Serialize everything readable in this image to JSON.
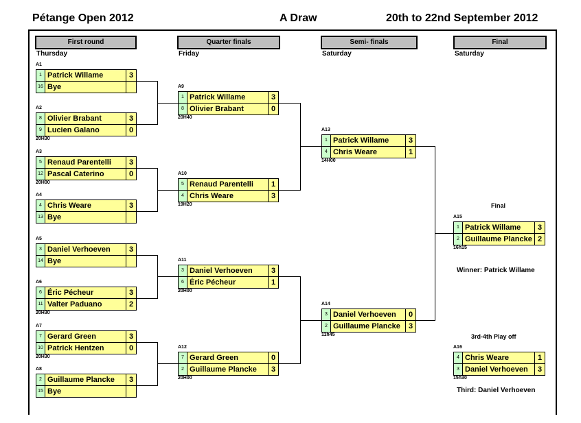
{
  "header": {
    "title": "Pétange Open 2012",
    "draw": "A Draw",
    "dates": "20th to 22nd September 2012"
  },
  "rounds": [
    {
      "label": "First round",
      "day": "Thursday"
    },
    {
      "label": "Quarter finals",
      "day": "Friday"
    },
    {
      "label": "Semi- finals",
      "day": "Saturday"
    },
    {
      "label": "Final",
      "day": "Saturday"
    }
  ],
  "matches": [
    {
      "code": "A1",
      "time": "",
      "players": [
        {
          "seed": "1",
          "name": "Patrick Willame",
          "score": "3"
        },
        {
          "seed": "16",
          "name": "Bye",
          "score": ""
        }
      ]
    },
    {
      "code": "A2",
      "time": "20H30",
      "players": [
        {
          "seed": "8",
          "name": "Olivier Brabant",
          "score": "3"
        },
        {
          "seed": "9",
          "name": "Lucien Galano",
          "score": "0"
        }
      ]
    },
    {
      "code": "A3",
      "time": "20H00",
      "players": [
        {
          "seed": "5",
          "name": "Renaud Parentelli",
          "score": "3"
        },
        {
          "seed": "12",
          "name": "Pascal Caterino",
          "score": "0"
        }
      ]
    },
    {
      "code": "A4",
      "time": "",
      "players": [
        {
          "seed": "4",
          "name": "Chris Weare",
          "score": "3"
        },
        {
          "seed": "13",
          "name": "Bye",
          "score": ""
        }
      ]
    },
    {
      "code": "A5",
      "time": "",
      "players": [
        {
          "seed": "3",
          "name": "Daniel Verhoeven",
          "score": "3"
        },
        {
          "seed": "14",
          "name": "Bye",
          "score": ""
        }
      ]
    },
    {
      "code": "A6",
      "time": "20H30",
      "players": [
        {
          "seed": "6",
          "name": "Éric Pécheur",
          "score": "3"
        },
        {
          "seed": "11",
          "name": "Valter Paduano",
          "score": "2"
        }
      ]
    },
    {
      "code": "A7",
      "time": "20H30",
      "players": [
        {
          "seed": "7",
          "name": "Gerard Green",
          "score": "3"
        },
        {
          "seed": "10",
          "name": "Patrick Hentzen",
          "score": "0"
        }
      ]
    },
    {
      "code": "A8",
      "time": "",
      "players": [
        {
          "seed": "2",
          "name": "Guillaume Plancke",
          "score": "3"
        },
        {
          "seed": "15",
          "name": "Bye",
          "score": ""
        }
      ]
    },
    {
      "code": "A9",
      "time": "20H40",
      "players": [
        {
          "seed": "1",
          "name": "Patrick Willame",
          "score": "3"
        },
        {
          "seed": "8",
          "name": "Olivier Brabant",
          "score": "0"
        }
      ]
    },
    {
      "code": "A10",
      "time": "19H20",
      "players": [
        {
          "seed": "5",
          "name": "Renaud Parentelli",
          "score": "1"
        },
        {
          "seed": "4",
          "name": "Chris Weare",
          "score": "3"
        }
      ]
    },
    {
      "code": "A11",
      "time": "20H00",
      "players": [
        {
          "seed": "3",
          "name": "Daniel Verhoeven",
          "score": "3"
        },
        {
          "seed": "6",
          "name": "Éric Pécheur",
          "score": "1"
        }
      ]
    },
    {
      "code": "A12",
      "time": "20H00",
      "players": [
        {
          "seed": "7",
          "name": "Gerard Green",
          "score": "0"
        },
        {
          "seed": "2",
          "name": "Guillaume Plancke",
          "score": "3"
        }
      ]
    },
    {
      "code": "A13",
      "time": "14H00",
      "players": [
        {
          "seed": "1",
          "name": "Patrick Willame",
          "score": "3"
        },
        {
          "seed": "4",
          "name": "Chris Weare",
          "score": "1"
        }
      ]
    },
    {
      "code": "A14",
      "time": "11h45",
      "players": [
        {
          "seed": "3",
          "name": "Daniel Verhoeven",
          "score": "0"
        },
        {
          "seed": "2",
          "name": "Guillaume Plancke",
          "score": "3"
        }
      ]
    },
    {
      "code": "A15",
      "time": "16h15",
      "players": [
        {
          "seed": "1",
          "name": "Patrick Willame",
          "score": "3"
        },
        {
          "seed": "2",
          "name": "Guillaume Plancke",
          "score": "2"
        }
      ]
    },
    {
      "code": "A16",
      "time": "15h30",
      "players": [
        {
          "seed": "4",
          "name": "Chris Weare",
          "score": "1"
        },
        {
          "seed": "3",
          "name": "Daniel Verhoeven",
          "score": "3"
        }
      ]
    }
  ],
  "final": {
    "final_label": "Final",
    "winner_text": "Winner: Patrick Willame",
    "playoff_label": "3rd-4th Play off",
    "third_text": "Third: Daniel Verhoeven"
  }
}
